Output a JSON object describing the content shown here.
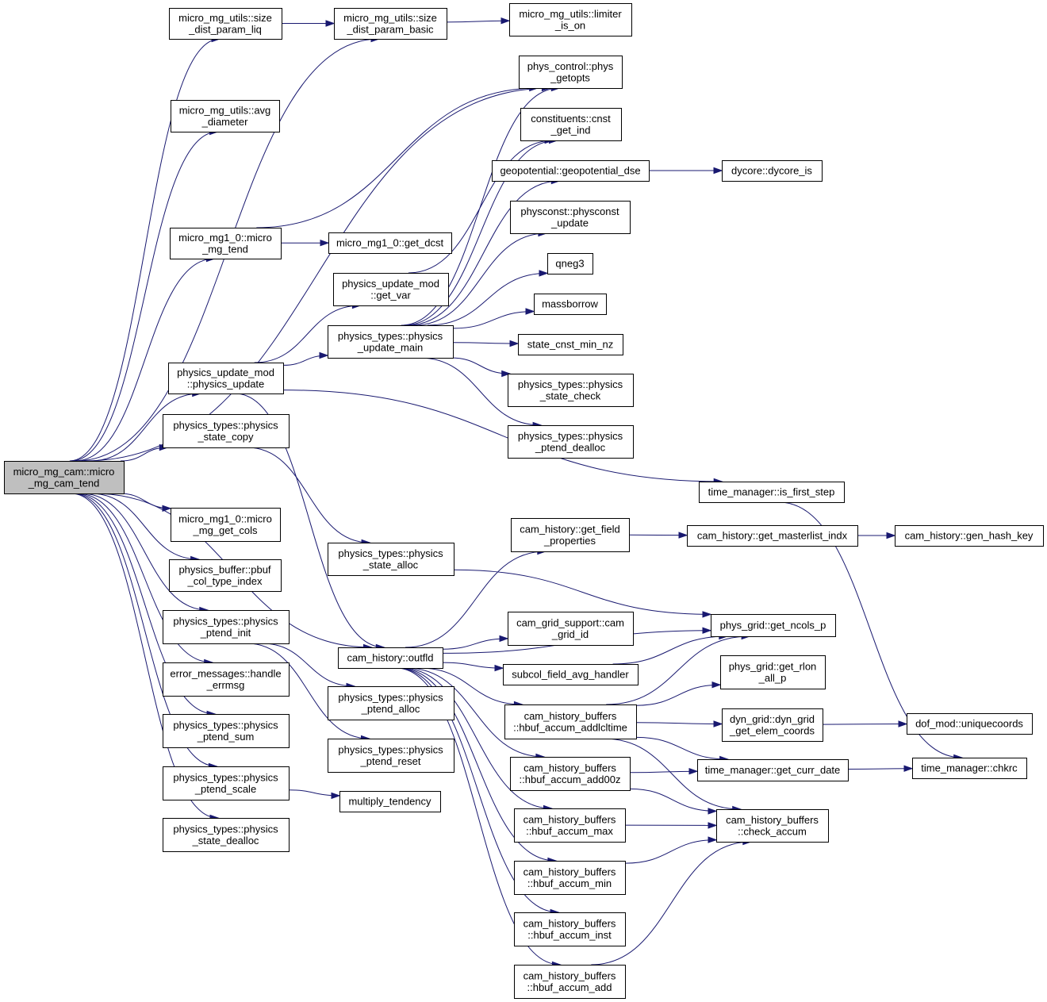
{
  "colors": {
    "edge": "#191970",
    "root_fill": "#bfbfbf",
    "node_fill": "#ffffff",
    "border": "#000000"
  },
  "nodes": [
    {
      "id": "root",
      "lines": [
        "micro_mg_cam::micro",
        "_mg_cam_tend"
      ],
      "root": true
    },
    {
      "id": "sdpl",
      "lines": [
        "micro_mg_utils::size",
        "_dist_param_liq"
      ]
    },
    {
      "id": "sdpb",
      "lines": [
        "micro_mg_utils::size",
        "_dist_param_basic"
      ]
    },
    {
      "id": "lim",
      "lines": [
        "micro_mg_utils::limiter",
        "_is_on"
      ]
    },
    {
      "id": "avgd",
      "lines": [
        "micro_mg_utils::avg",
        "_diameter"
      ]
    },
    {
      "id": "pgo",
      "lines": [
        "phys_control::phys",
        "_getopts"
      ]
    },
    {
      "id": "cgi",
      "lines": [
        "constituents::cnst",
        "_get_ind"
      ]
    },
    {
      "id": "geo",
      "lines": [
        "geopotential::geopotential_dse"
      ]
    },
    {
      "id": "dyc",
      "lines": [
        "dycore::dycore_is"
      ]
    },
    {
      "id": "pcu",
      "lines": [
        "physconst::physconst",
        "_update"
      ]
    },
    {
      "id": "mmt",
      "lines": [
        "micro_mg1_0::micro",
        "_mg_tend"
      ]
    },
    {
      "id": "gdc",
      "lines": [
        "micro_mg1_0::get_dcst"
      ]
    },
    {
      "id": "qn3",
      "lines": [
        "qneg3"
      ]
    },
    {
      "id": "gv",
      "lines": [
        "physics_update_mod",
        "::get_var"
      ]
    },
    {
      "id": "mb",
      "lines": [
        "massborrow"
      ]
    },
    {
      "id": "pum",
      "lines": [
        "physics_types::physics",
        "_update_main"
      ]
    },
    {
      "id": "scm",
      "lines": [
        "state_cnst_min_nz"
      ]
    },
    {
      "id": "pu",
      "lines": [
        "physics_update_mod",
        "::physics_update"
      ]
    },
    {
      "id": "psc",
      "lines": [
        "physics_types::physics",
        "_state_check"
      ]
    },
    {
      "id": "pscopy",
      "lines": [
        "physics_types::physics",
        "_state_copy"
      ]
    },
    {
      "id": "ptd",
      "lines": [
        "physics_types::physics",
        "_ptend_dealloc"
      ]
    },
    {
      "id": "ifs",
      "lines": [
        "time_manager::is_first_step"
      ]
    },
    {
      "id": "mgc",
      "lines": [
        "micro_mg1_0::micro",
        "_mg_get_cols"
      ]
    },
    {
      "id": "chgfp",
      "lines": [
        "cam_history::get_field",
        "_properties"
      ]
    },
    {
      "id": "chgmi",
      "lines": [
        "cam_history::get_masterlist_indx"
      ]
    },
    {
      "id": "chghk",
      "lines": [
        "cam_history::gen_hash_key"
      ]
    },
    {
      "id": "psa",
      "lines": [
        "physics_types::physics",
        "_state_alloc"
      ]
    },
    {
      "id": "pbct",
      "lines": [
        "physics_buffer::pbuf",
        "_col_type_index"
      ]
    },
    {
      "id": "pgn",
      "lines": [
        "phys_grid::get_ncols_p"
      ]
    },
    {
      "id": "cgsg",
      "lines": [
        "cam_grid_support::cam",
        "_grid_id"
      ]
    },
    {
      "id": "pti",
      "lines": [
        "physics_types::physics",
        "_ptend_init"
      ]
    },
    {
      "id": "of",
      "lines": [
        "cam_history::outfld"
      ]
    },
    {
      "id": "sfah",
      "lines": [
        "subcol_field_avg_handler"
      ]
    },
    {
      "id": "pgrl",
      "lines": [
        "phys_grid::get_rlon",
        "_all_p"
      ]
    },
    {
      "id": "emh",
      "lines": [
        "error_messages::handle",
        "_errmsg"
      ]
    },
    {
      "id": "pta",
      "lines": [
        "physics_types::physics",
        "_ptend_alloc"
      ]
    },
    {
      "id": "hal",
      "lines": [
        "cam_history_buffers",
        "::hbuf_accum_addlcltime"
      ]
    },
    {
      "id": "dgec",
      "lines": [
        "dyn_grid::dyn_grid",
        "_get_elem_coords"
      ]
    },
    {
      "id": "duc",
      "lines": [
        "dof_mod::uniquecoords"
      ]
    },
    {
      "id": "pts",
      "lines": [
        "physics_types::physics",
        "_ptend_sum"
      ]
    },
    {
      "id": "ptr",
      "lines": [
        "physics_types::physics",
        "_ptend_reset"
      ]
    },
    {
      "id": "ha00",
      "lines": [
        "cam_history_buffers",
        "::hbuf_accum_add00z"
      ]
    },
    {
      "id": "tgcd",
      "lines": [
        "time_manager::get_curr_date"
      ]
    },
    {
      "id": "tchk",
      "lines": [
        "time_manager::chkrc"
      ]
    },
    {
      "id": "ptsc",
      "lines": [
        "physics_types::physics",
        "_ptend_scale"
      ]
    },
    {
      "id": "mt",
      "lines": [
        "multiply_tendency"
      ]
    },
    {
      "id": "hmax",
      "lines": [
        "cam_history_buffers",
        "::hbuf_accum_max"
      ]
    },
    {
      "id": "chca",
      "lines": [
        "cam_history_buffers",
        "::check_accum"
      ]
    },
    {
      "id": "psd",
      "lines": [
        "physics_types::physics",
        "_state_dealloc"
      ]
    },
    {
      "id": "hmin",
      "lines": [
        "cam_history_buffers",
        "::hbuf_accum_min"
      ]
    },
    {
      "id": "hins",
      "lines": [
        "cam_history_buffers",
        "::hbuf_accum_inst"
      ]
    },
    {
      "id": "hadd",
      "lines": [
        "cam_history_buffers",
        "::hbuf_accum_add"
      ]
    }
  ],
  "edges": [
    [
      "root",
      "sdpl"
    ],
    [
      "root",
      "sdpb"
    ],
    [
      "root",
      "avgd"
    ],
    [
      "root",
      "pgo"
    ],
    [
      "root",
      "mmt"
    ],
    [
      "root",
      "pu"
    ],
    [
      "root",
      "pscopy"
    ],
    [
      "root",
      "mgc"
    ],
    [
      "root",
      "pbct"
    ],
    [
      "root",
      "pti"
    ],
    [
      "root",
      "emh"
    ],
    [
      "root",
      "pts"
    ],
    [
      "root",
      "ptsc"
    ],
    [
      "root",
      "psd"
    ],
    [
      "root",
      "of"
    ],
    [
      "sdpl",
      "sdpb"
    ],
    [
      "sdpb",
      "lim"
    ],
    [
      "mmt",
      "pgo"
    ],
    [
      "mmt",
      "gdc"
    ],
    [
      "pu",
      "gv"
    ],
    [
      "pu",
      "pum"
    ],
    [
      "pu",
      "ifs"
    ],
    [
      "pu",
      "of"
    ],
    [
      "gv",
      "cgi"
    ],
    [
      "pum",
      "pgo"
    ],
    [
      "pum",
      "cgi"
    ],
    [
      "pum",
      "geo"
    ],
    [
      "pum",
      "pcu"
    ],
    [
      "pum",
      "qn3"
    ],
    [
      "pum",
      "mb"
    ],
    [
      "pum",
      "scm"
    ],
    [
      "pum",
      "psc"
    ],
    [
      "pum",
      "ptd"
    ],
    [
      "geo",
      "dyc"
    ],
    [
      "pscopy",
      "psa"
    ],
    [
      "psa",
      "pgn"
    ],
    [
      "pti",
      "pta"
    ],
    [
      "pti",
      "ptr"
    ],
    [
      "ptsc",
      "mt"
    ],
    [
      "ifs",
      "tchk"
    ],
    [
      "chgfp",
      "chgmi"
    ],
    [
      "chgmi",
      "chghk"
    ],
    [
      "of",
      "chgfp"
    ],
    [
      "of",
      "cgsg"
    ],
    [
      "of",
      "sfah"
    ],
    [
      "of",
      "hal"
    ],
    [
      "of",
      "ha00"
    ],
    [
      "of",
      "hmax"
    ],
    [
      "of",
      "hmin"
    ],
    [
      "of",
      "hins"
    ],
    [
      "of",
      "hadd"
    ],
    [
      "of",
      "pgn"
    ],
    [
      "sfah",
      "pgn"
    ],
    [
      "hal",
      "pgn"
    ],
    [
      "hal",
      "pgrl"
    ],
    [
      "hal",
      "dgec"
    ],
    [
      "hal",
      "tgcd"
    ],
    [
      "hal",
      "chca"
    ],
    [
      "dgec",
      "duc"
    ],
    [
      "ha00",
      "tgcd"
    ],
    [
      "ha00",
      "chca"
    ],
    [
      "tgcd",
      "tchk"
    ],
    [
      "hmax",
      "chca"
    ],
    [
      "hmin",
      "chca"
    ],
    [
      "hadd",
      "chca"
    ]
  ]
}
